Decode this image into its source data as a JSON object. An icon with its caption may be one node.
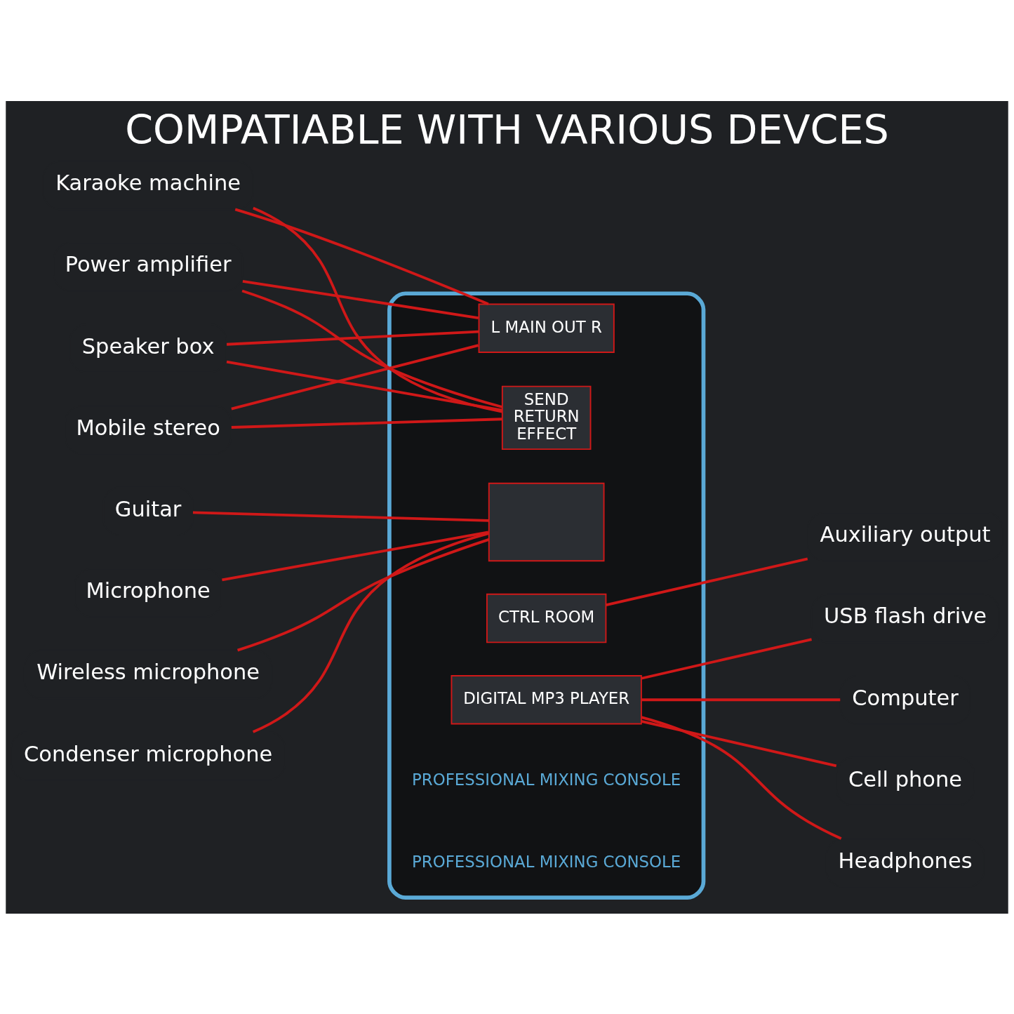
{
  "diagram": {
    "title": "COMPATIABLE WITH VARIOUS DEVCES",
    "nodes": [
      {
        "text": [],
        "shape": "picture"
      },
      {
        "text": [],
        "shape": "box",
        "in": 0
      },
      {
        "text": [
          "L MAIN OUT R"
        ],
        "in": 0
      },
      {
        "text": [
          "SEND",
          "RETURN",
          "EFFECT"
        ],
        "in": 0
      },
      {
        "text": [
          "CTRL ROOM"
        ],
        "in": 0
      },
      {
        "text": [
          "DIGITAL MP3 PLAYER"
        ],
        "in": 0
      },
      {
        "text": [
          "Guitar"
        ]
      },
      {
        "text": [
          "Karaoke machine"
        ]
      },
      {
        "text": [
          "Power amplifier"
        ]
      },
      {
        "text": [
          "Speaker box"
        ]
      },
      {
        "text": [
          "Mobile stereo"
        ]
      },
      {
        "text": [
          "Auxiliary output"
        ]
      },
      {
        "text": [
          "Microphone"
        ]
      },
      {
        "text": [
          "Headphones"
        ]
      },
      {
        "text": [
          "Wireless microphone"
        ]
      },
      {
        "text": [
          "USB flash drive"
        ]
      },
      {
        "text": [
          "Computer"
        ]
      },
      {
        "text": [
          "Condenser microphone"
        ]
      },
      {
        "text": [
          "Cell phone"
        ]
      }
    ],
    "edges": [
      {
        "from": 6,
        "to": 1,
        "arrow": "none"
      },
      {
        "from": 12,
        "to": 1,
        "arrow": "none"
      },
      {
        "from": 14,
        "to": 1,
        "arrow": "none"
      },
      {
        "from": 17,
        "to": 1,
        "arrow": "none"
      },
      {
        "from": 7,
        "to": 2,
        "arrow": "none"
      },
      {
        "from": 8,
        "to": 2,
        "arrow": "none"
      },
      {
        "from": 9,
        "to": 2,
        "arrow": "none"
      },
      {
        "from": 10,
        "to": 2,
        "arrow": "none"
      },
      {
        "from": 7,
        "to": 3,
        "arrow": "none"
      },
      {
        "from": 8,
        "to": 3,
        "arrow": "none"
      },
      {
        "from": 9,
        "to": 3,
        "arrow": "none"
      },
      {
        "from": 10,
        "to": 3,
        "arrow": "none"
      },
      {
        "from": 11,
        "to": 4,
        "arrow": "none"
      },
      {
        "from": 13,
        "to": 5,
        "arrow": "none"
      },
      {
        "from": 15,
        "to": 5,
        "arrow": "none"
      },
      {
        "from": 16,
        "to": 5,
        "arrow": "none"
      },
      {
        "from": 18,
        "to": 5,
        "arrow": "none"
      }
    ],
    "labels": [
      "PROFESSIONAL MIXING CONSOLE",
      "PROFESSIONAL MIXING CONSOLE"
    ]
  }
}
